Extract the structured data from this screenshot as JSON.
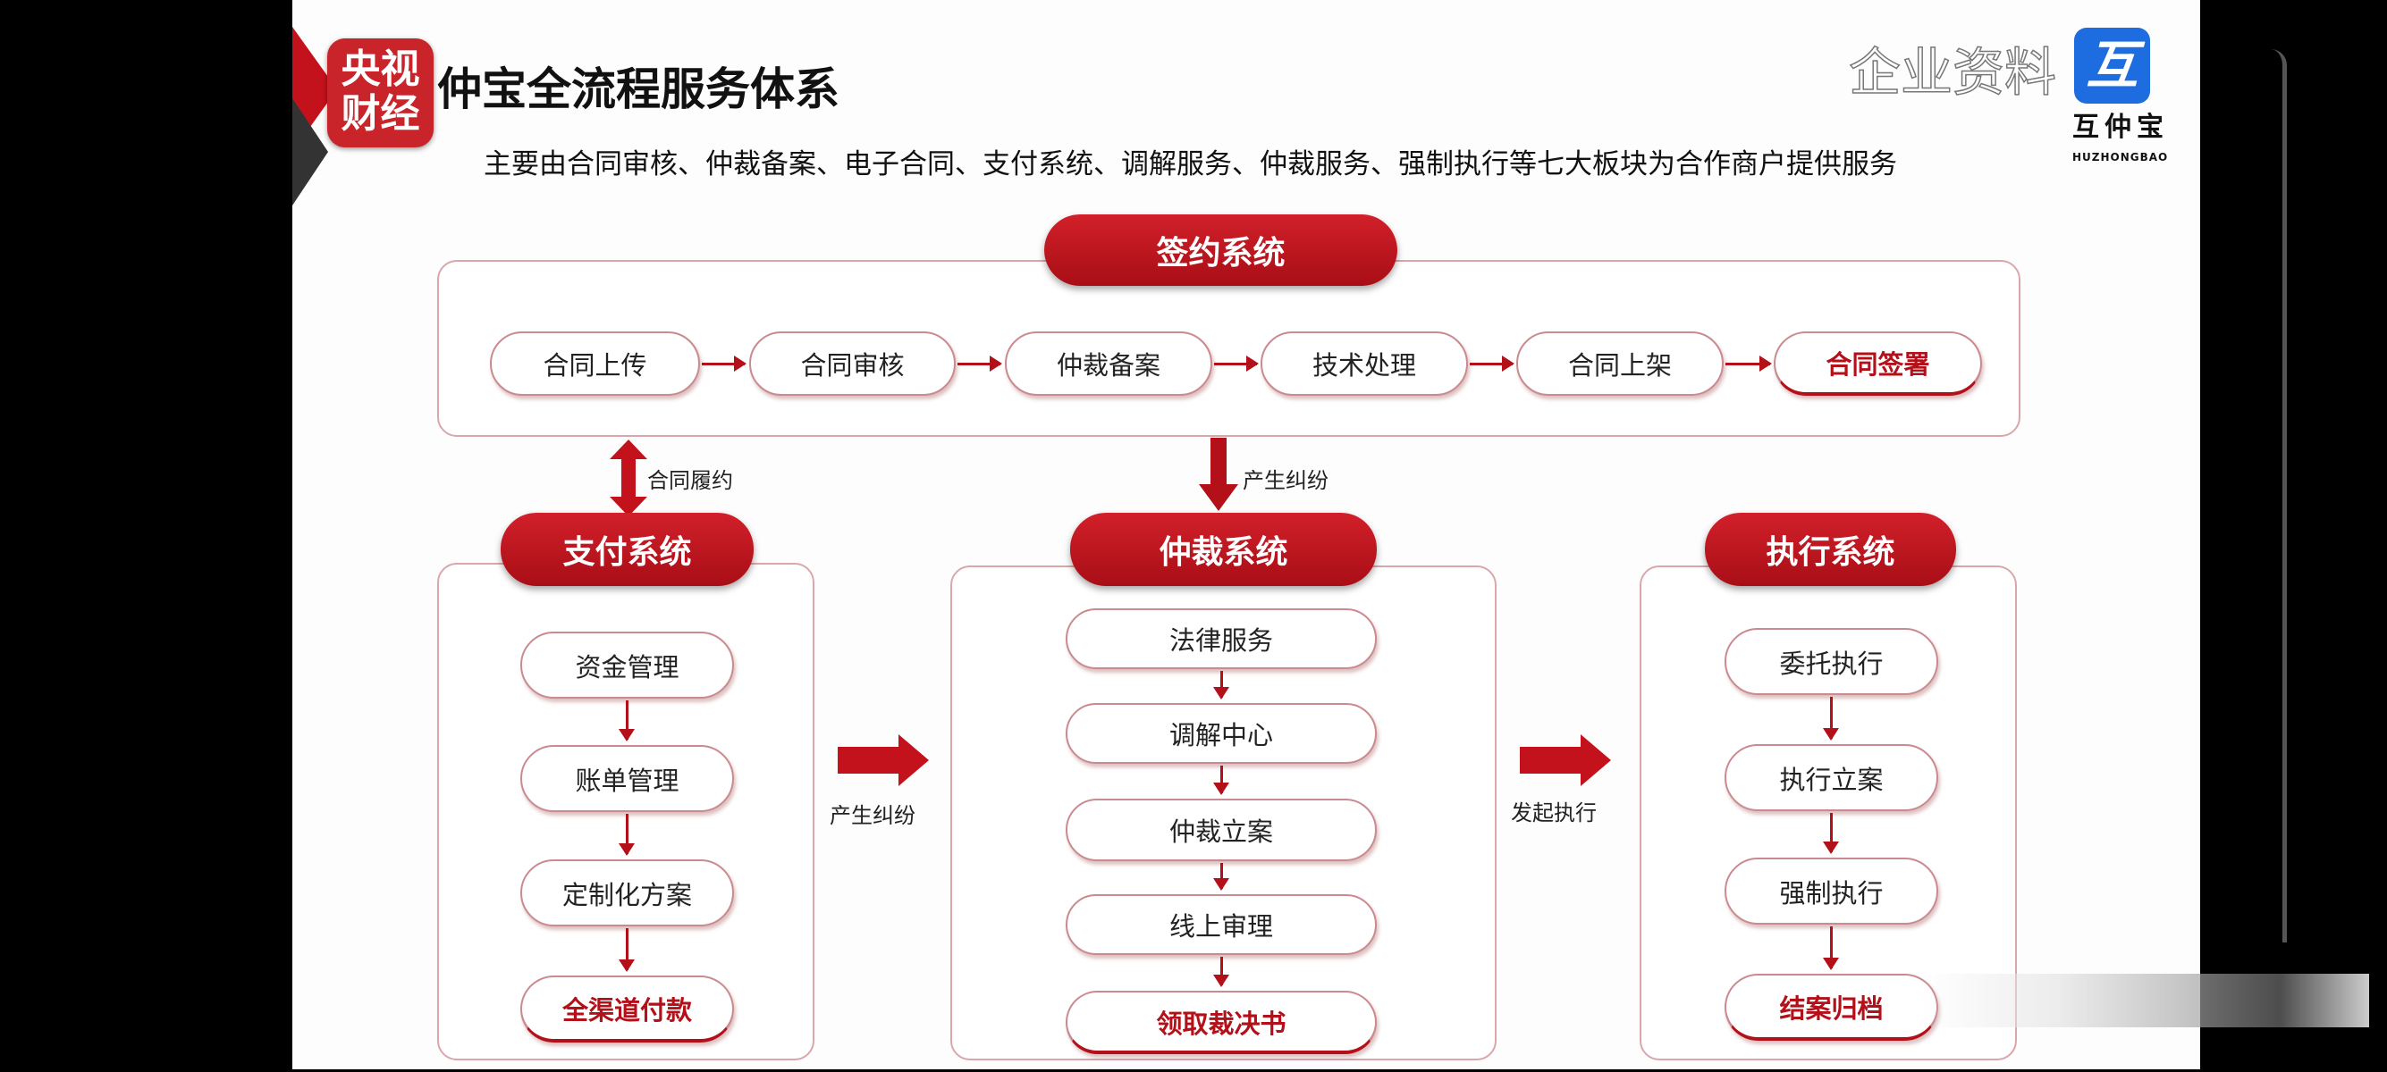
{
  "logo": {
    "cctv": "央视财经",
    "watermark": "企业资料",
    "brand_icon": "互",
    "brand_name": "互仲宝",
    "brand_en": "HUZHONGBAO"
  },
  "title": "仲宝全流程服务体系",
  "subtitle": "主要由合同审核、仲裁备案、电子合同、支付系统、调解服务、仲裁服务、强制执行等七大板块为合作商户提供服务",
  "sign": {
    "header": "签约系统",
    "steps": [
      "合同上传",
      "合同审核",
      "仲裁备案",
      "技术处理",
      "合同上架",
      "合同签署"
    ]
  },
  "connectors": {
    "performance": "合同履约",
    "dispute_top": "产生纠纷",
    "dispute_mid": "产生纠纷",
    "execute": "发起执行"
  },
  "payment": {
    "header": "支付系统",
    "steps": [
      "资金管理",
      "账单管理",
      "定制化方案",
      "全渠道付款"
    ]
  },
  "arbitration": {
    "header": "仲裁系统",
    "steps": [
      "法律服务",
      "调解中心",
      "仲裁立案",
      "线上审理",
      "领取裁决书"
    ]
  },
  "execution": {
    "header": "执行系统",
    "steps": [
      "委托执行",
      "执行立案",
      "强制执行",
      "结案归档"
    ]
  },
  "colors": {
    "accent": "#c4121c",
    "brand": "#1d6de0"
  }
}
